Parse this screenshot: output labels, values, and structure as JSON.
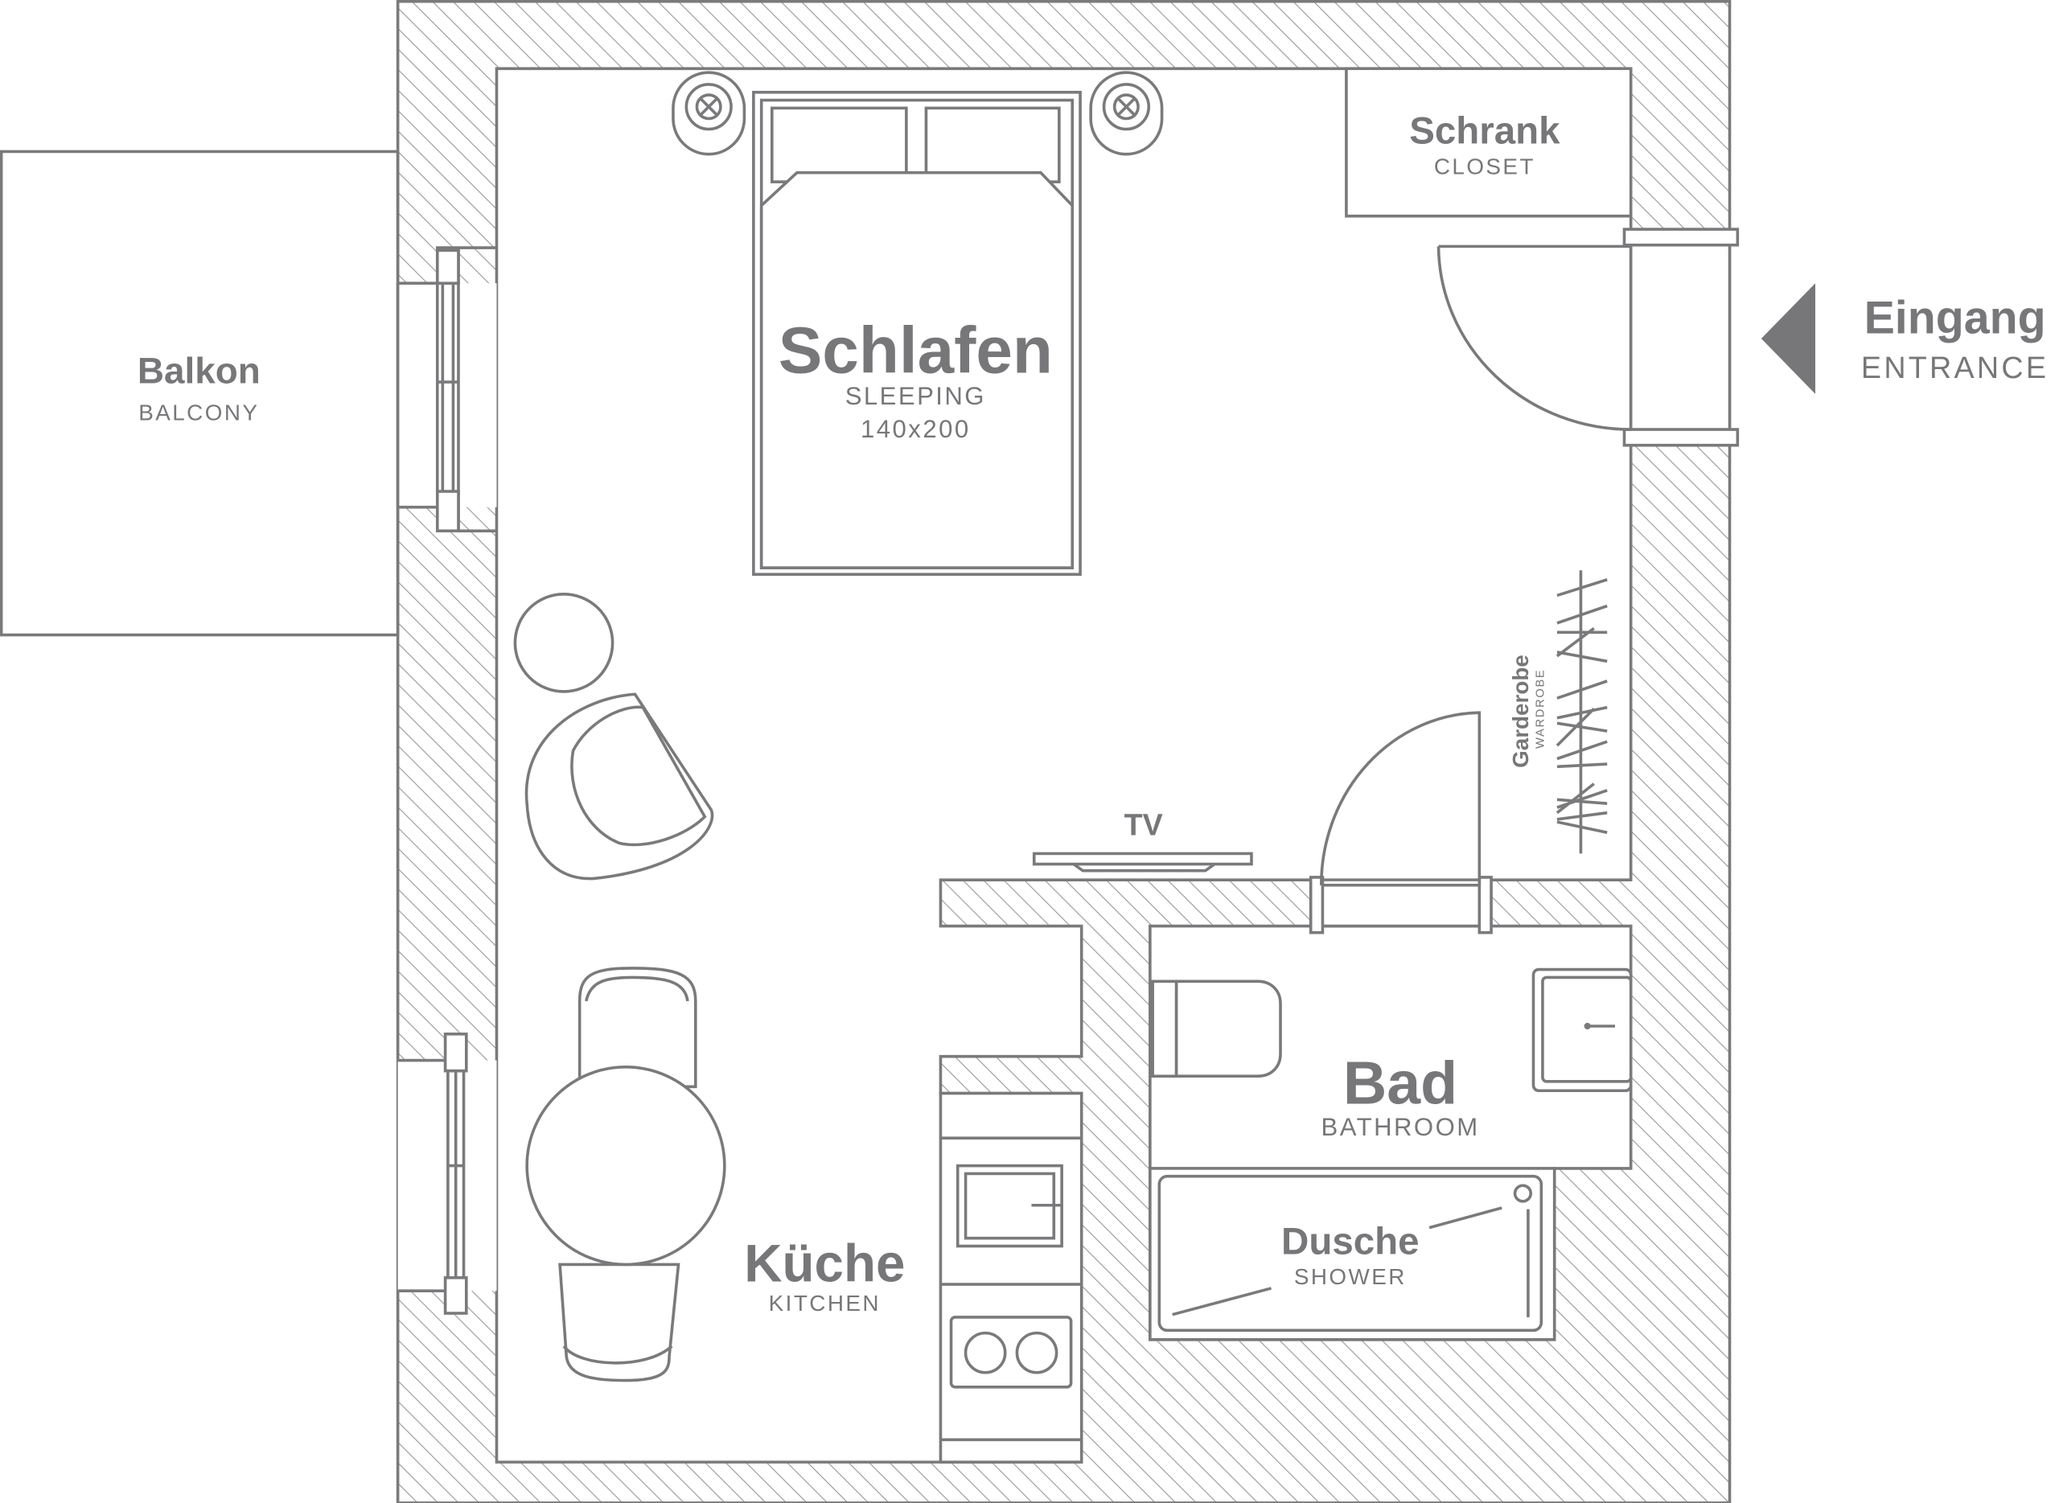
{
  "rooms": {
    "balcony": {
      "de": "Balkon",
      "en": "BALCONY"
    },
    "sleeping": {
      "de": "Schlafen",
      "en": "SLEEPING",
      "size": "140x200"
    },
    "closet": {
      "de": "Schrank",
      "en": "CLOSET"
    },
    "entrance": {
      "de": "Eingang",
      "en": "ENTRANCE"
    },
    "wardrobe": {
      "de": "Garderobe",
      "en": "WARDROBE"
    },
    "tv": "TV",
    "bathroom": {
      "de": "Bad",
      "en": "BATHROOM"
    },
    "shower": {
      "de": "Dusche",
      "en": "SHOWER"
    },
    "kitchen": {
      "de": "Küche",
      "en": "KITCHEN"
    }
  },
  "colors": {
    "line": "#7a7a7c",
    "text": "#77777a",
    "hatch": "#9a9a9c"
  }
}
